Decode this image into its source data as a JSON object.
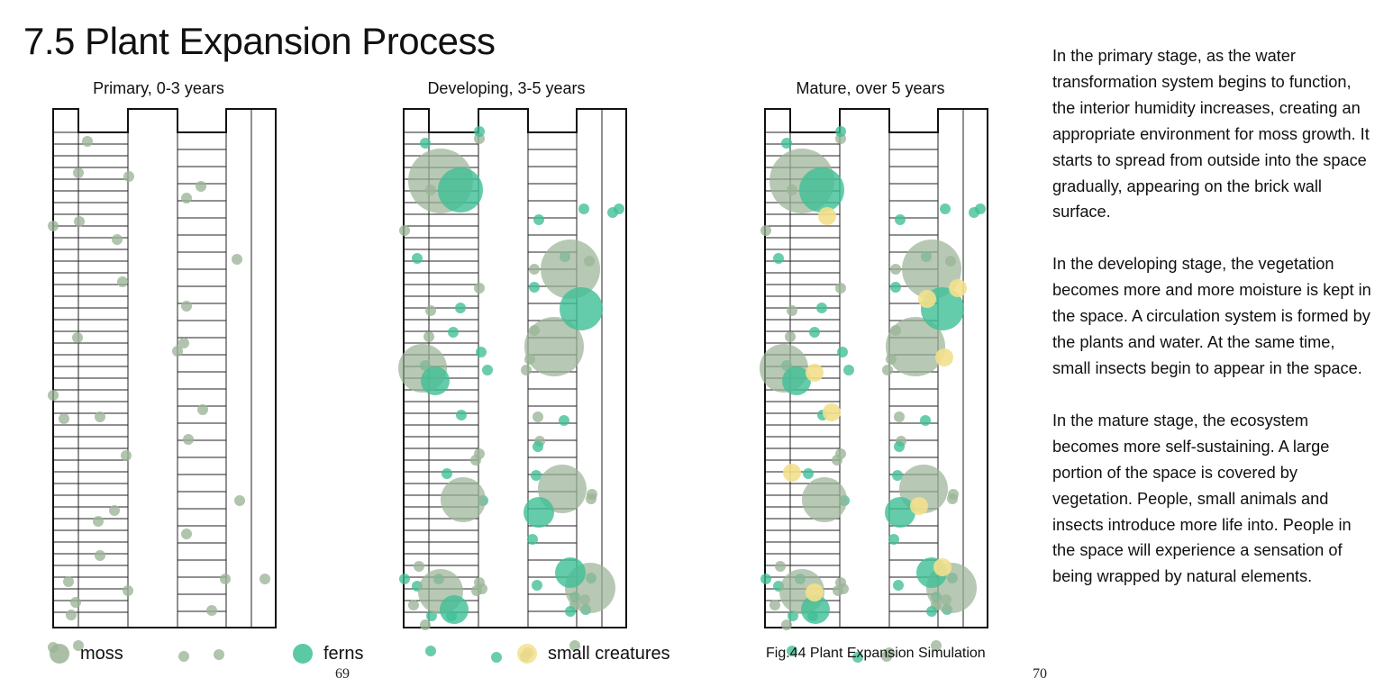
{
  "title": "7.5 Plant Expansion Process",
  "panels": [
    {
      "label": "Primary, 0-3 years"
    },
    {
      "label": "Developing, 3-5 years"
    },
    {
      "label": "Mature, over 5 years"
    }
  ],
  "legend": [
    {
      "label": "moss",
      "color": "#9bb497"
    },
    {
      "label": "ferns",
      "color": "#3fbf96"
    },
    {
      "label": "small creatures",
      "color": "#f3e08c"
    }
  ],
  "figure_caption": "Fig.44 Plant Expansion Simulation",
  "page_numbers": {
    "left": "69",
    "right": "70"
  },
  "description": [
    "In the primary stage, as the water transformation system begins to function, the interior humidity increases, creating an appropriate environment for moss growth. It starts to spread from outside into the space gradually, appearing on the brick wall surface.",
    "In the developing stage, the vegetation becomes more and more moisture is kept in the space. A circulation system is formed by the plants and water. At the same time, small insects begin to appear in the space.",
    "In the mature stage, the ecosystem becomes more self-sustaining. A large portion of the space is covered by vegetation. People, small animals and insects introduce more life into. People in the space will experience a sensation of being wrapped by natural elements."
  ]
}
